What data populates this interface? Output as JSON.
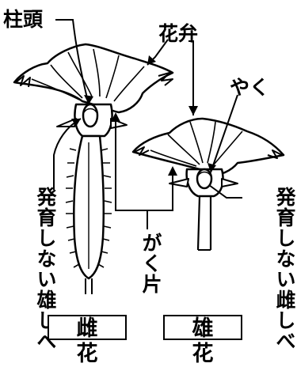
{
  "labels": {
    "stigma": "柱頭",
    "petal": "花弁",
    "anther": "やく",
    "female_undeveloped_stamen": "発育しない雄しべ",
    "sepal": "がく片",
    "male_undeveloped_pistil": "発育しない雌しべ"
  },
  "captions": {
    "female_flower": "雌花",
    "male_flower": "雄花"
  }
}
